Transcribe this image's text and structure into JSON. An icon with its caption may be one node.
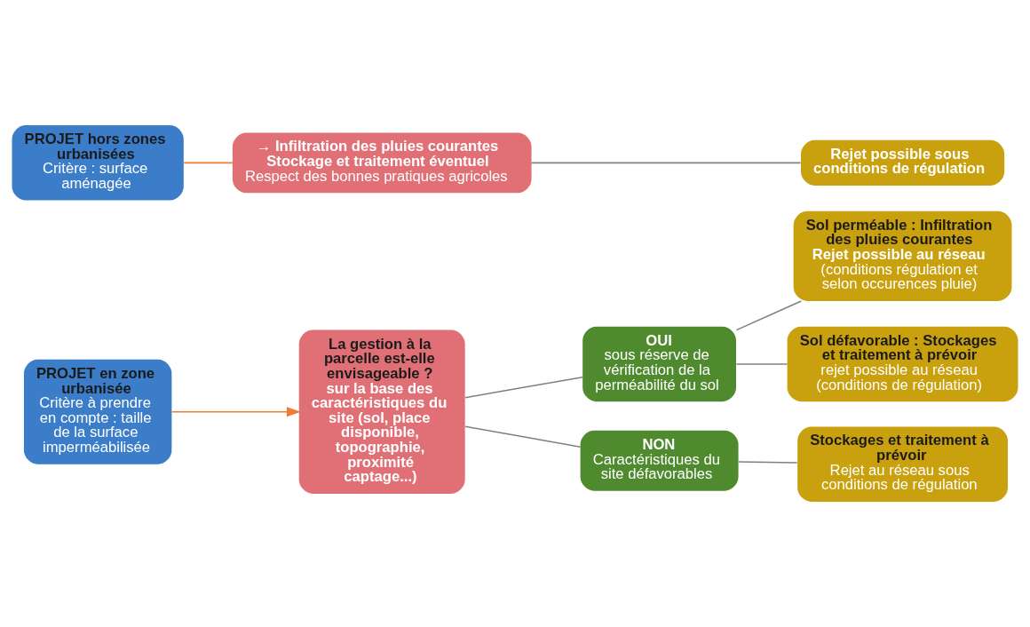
{
  "diagram": {
    "nodes": [
      {
        "text": [
          "PROJET en zone urbanisée",
          "Critère à prendre en compte : taille de la surface imperméabilisée"
        ]
      },
      {
        "text": [
          "La gestion à la parcelle est-elle envisageable ?",
          "sur la base des caractéristiques du site (sol, place disponible, topographie, proximité captage...)"
        ]
      },
      {
        "text": [
          "OUI",
          "sous réserve de vérification de la perméabilité du sol"
        ]
      },
      {
        "text": [
          "NON",
          "Caractéristiques du site défavorables"
        ]
      },
      {
        "text": [
          "Sol perméable : Infiltration des pluies courantes",
          "Rejet possible au réseau",
          "(conditions régulation et selon occurences pluie)"
        ]
      },
      {
        "text": [
          "Sol défavorable : Stockages et traitement à prévoir",
          "rejet possible au réseau (conditions de régulation)"
        ]
      },
      {
        "text": [
          "Stockages et traitement à prévoir",
          "Rejet au réseau sous conditions de régulation"
        ]
      },
      {
        "text": [
          "PROJET hors zones urbanisées",
          "Critère : surface aménagée"
        ]
      },
      {
        "text": [
          "→ Infiltration des pluies courantes",
          "Stockage et traitement éventuel",
          "Respect des bonnes pratiques agricoles"
        ]
      },
      {
        "text": [
          "Rejet possible sous conditions de régulation"
        ]
      }
    ],
    "edges": [
      {
        "from": 0,
        "to": 1,
        "arrow": "to",
        "color": "#ed7d31"
      },
      {
        "from": 1,
        "to": 2,
        "arrow": "none"
      },
      {
        "from": 1,
        "to": 3,
        "arrow": "none"
      },
      {
        "from": 2,
        "to": 4,
        "arrow": "none"
      },
      {
        "from": 2,
        "to": 5,
        "arrow": "none"
      },
      {
        "from": 3,
        "to": 6,
        "arrow": "none"
      },
      {
        "from": 7,
        "to": 8,
        "arrow": "none",
        "color": "#ed7d31"
      },
      {
        "from": 8,
        "to": 9,
        "arrow": "none"
      }
    ]
  }
}
